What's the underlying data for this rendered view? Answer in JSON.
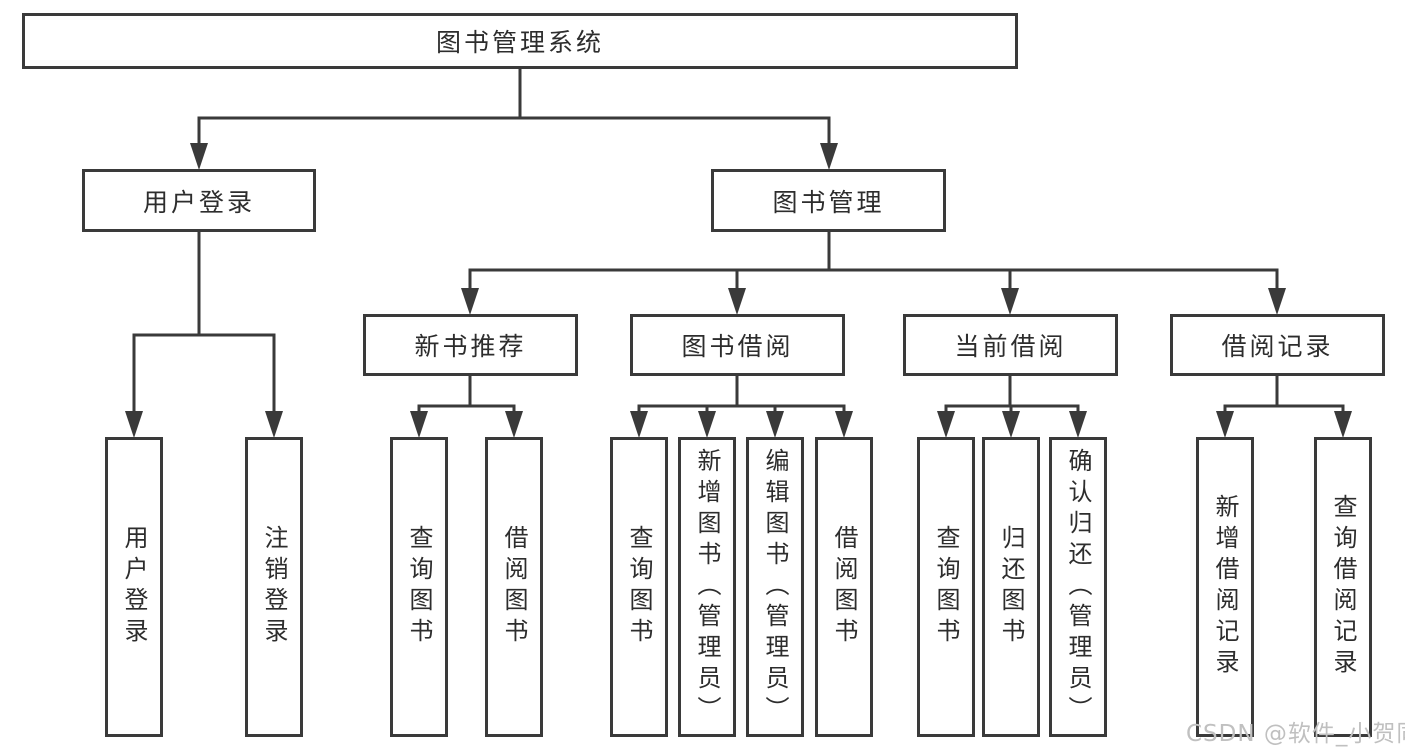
{
  "diagram": {
    "root_label": "图书管理系统",
    "user_login": {
      "label": "用户登录",
      "children": [
        "用户登录",
        "注销登录"
      ]
    },
    "book_management": {
      "label": "图书管理",
      "sections": [
        {
          "label": "新书推荐",
          "children": [
            "查询图书",
            "借阅图书"
          ]
        },
        {
          "label": "图书借阅",
          "children": [
            "查询图书",
            "新增图书（管理员）",
            "编辑图书（管理员）",
            "借阅图书"
          ]
        },
        {
          "label": "当前借阅",
          "children": [
            "查询图书",
            "归还图书",
            "确认归还（管理员）"
          ]
        },
        {
          "label": "借阅记录",
          "children": [
            "新增借阅记录",
            "查询借阅记录"
          ]
        }
      ]
    }
  },
  "watermark": "CSDN @软件_小贺同学",
  "colors": {
    "line": "#3a3a3a",
    "box_border": "#3a3a3a",
    "box_fill": "#ffffff",
    "text": "#2d2d2d",
    "background": "#ffffff",
    "watermark": "#c0c0c0"
  }
}
